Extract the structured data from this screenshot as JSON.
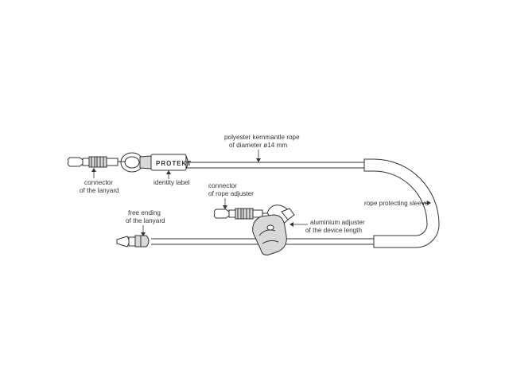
{
  "diagram": {
    "labels": {
      "rope": [
        "polyester kernmantle rope",
        "of diameter ø14 mm"
      ],
      "connector_lanyard": [
        "connector",
        "of the lanyard"
      ],
      "identity_label": "identity label",
      "connector_adjuster": [
        "connector",
        "of rope adjuster"
      ],
      "free_ending": [
        "free ending",
        "of the lanyard"
      ],
      "sleeve": "rope protecting sleeve",
      "adjuster": [
        "aluminium adjuster",
        "of the device length"
      ]
    },
    "tag_text": "PROTEKT"
  }
}
